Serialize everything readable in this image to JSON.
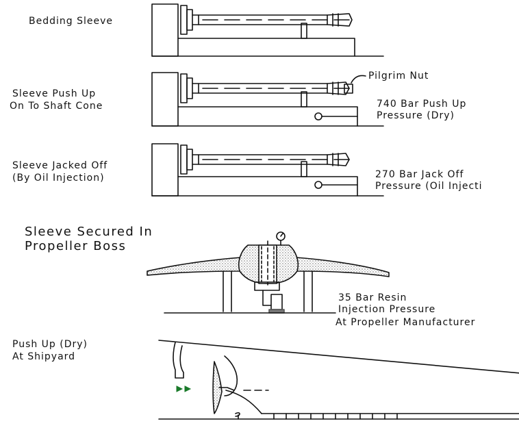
{
  "stages": {
    "bedding": {
      "label": "Bedding Sleeve"
    },
    "push_up": {
      "label_line1": "Sleeve Push Up",
      "label_line2": "On To Shaft Cone",
      "callout": "Pilgrim Nut",
      "pressure_line1": "740 Bar Push Up",
      "pressure_line2": "Pressure (Dry)"
    },
    "jacked_off": {
      "label_line1": "Sleeve Jacked Off",
      "label_line2": "(By Oil Injection)",
      "pressure_line1": "270 Bar Jack Off",
      "pressure_line2": "Pressure (Oil Injecti"
    },
    "secured": {
      "label_line1": "Sleeve Secured In",
      "label_line2": "Propeller Boss",
      "pressure_line1": "35 Bar Resin",
      "pressure_line2": "Injection Pressure",
      "pressure_line3": "At Propeller Manufacturer"
    },
    "shipyard": {
      "label_line1": "Push Up (Dry)",
      "label_line2": "At Shipyard"
    }
  },
  "colors": {
    "ink": "#111111",
    "accent": "#1a7a2a",
    "stipple": "#9a9a9a"
  }
}
